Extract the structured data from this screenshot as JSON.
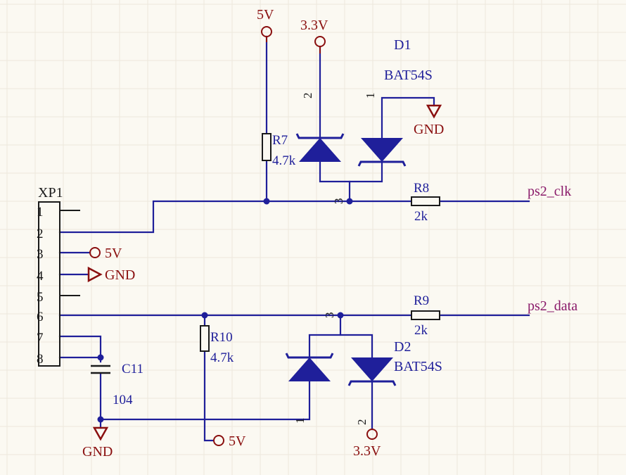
{
  "connector": {
    "ref": "XP1",
    "pins": [
      "1",
      "2",
      "3",
      "4",
      "5",
      "6",
      "7",
      "8"
    ]
  },
  "components": {
    "r7": {
      "ref": "R7",
      "value": "4.7k"
    },
    "r8": {
      "ref": "R8",
      "value": "2k"
    },
    "r9": {
      "ref": "R9",
      "value": "2k"
    },
    "r10": {
      "ref": "R10",
      "value": "4.7k"
    },
    "c11": {
      "ref": "C11",
      "value": "104"
    },
    "d1": {
      "ref": "D1",
      "value": "BAT54S",
      "pin1": "1",
      "pin2": "2",
      "pin3": "3"
    },
    "d2": {
      "ref": "D2",
      "value": "BAT54S",
      "pin1": "1",
      "pin2": "2",
      "pin3": "3"
    }
  },
  "power": {
    "v5_top": "5V",
    "v33_top": "3.3V",
    "gnd_d1": "GND",
    "v5_xp": "5V",
    "gnd_xp": "GND",
    "gnd_c11": "GND",
    "v5_r10": "5V",
    "v33_d2": "3.3V"
  },
  "nets": {
    "clk": "ps2_clk",
    "data": "ps2_data"
  },
  "colors": {
    "wire": "#1f1f9a",
    "part": "#1f1f9a",
    "power": "#8a0f0f",
    "net_label": "#8a1a6a",
    "grid": "#ece8dc"
  }
}
